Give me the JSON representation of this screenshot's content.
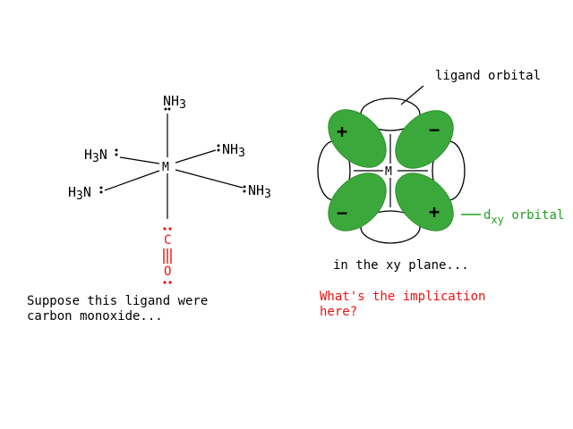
{
  "colors": {
    "text": "#000000",
    "accent_red": "#ee1111",
    "orbital_green": "#3ba83b",
    "orbital_green_edge": "#2f8f2f",
    "label_green": "#22a022"
  },
  "complex": {
    "metal": "M",
    "top_ligand": {
      "main": "NH",
      "sub": "3"
    },
    "upper_left_ligand": {
      "pre": "H",
      "sub": "3",
      "post": "N"
    },
    "upper_right_ligand": {
      "main": "NH",
      "sub": "3"
    },
    "lower_left_ligand": {
      "pre": "H",
      "sub": "3",
      "post": "N"
    },
    "lower_right_ligand": {
      "main": "NH",
      "sub": "3"
    },
    "carbonyl": {
      "carbon": "C",
      "oxygen": "O"
    }
  },
  "captions": {
    "left_line1": "Suppose this ligand were",
    "left_line2": "carbon monoxide...",
    "xy_plane": "in the xy plane...",
    "question_line1": "What's the implication",
    "question_line2": "here?"
  },
  "orbital": {
    "metal": "M",
    "ligand_label": "ligand orbital",
    "dxy_label_main": "d",
    "dxy_label_sub": "xy",
    "dxy_label_rest": " orbital",
    "signs": {
      "top_left": "+",
      "top_right": "−",
      "bottom_left": "−",
      "bottom_right": "+"
    }
  }
}
